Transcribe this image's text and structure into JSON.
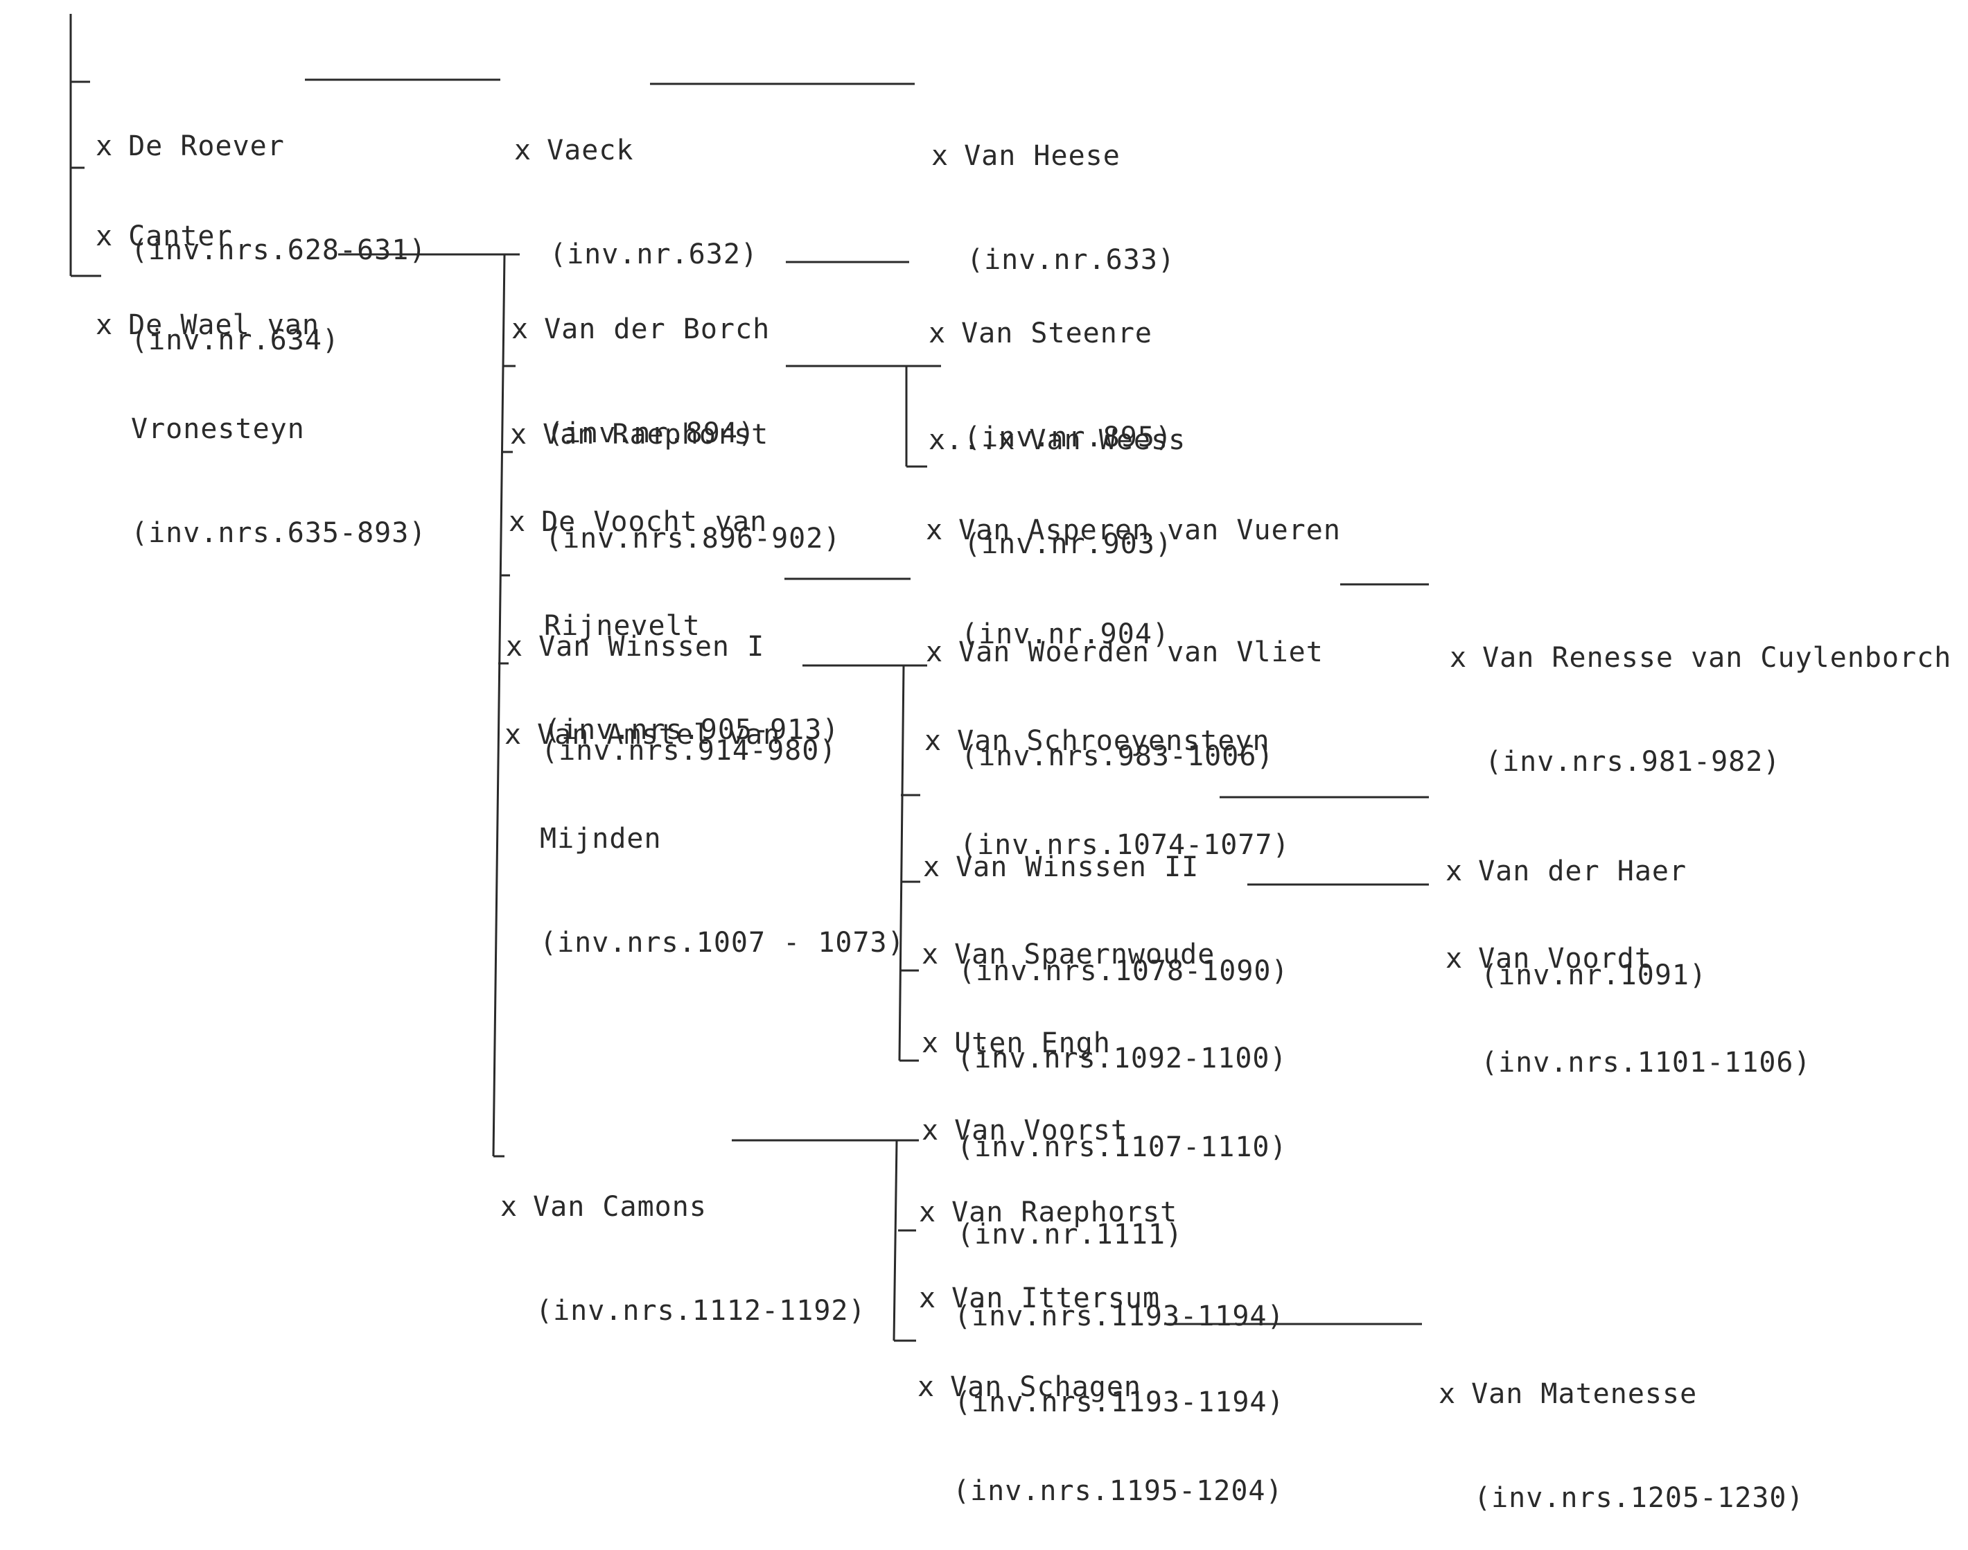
{
  "marker": "x",
  "nodes": {
    "de_roever": {
      "name": "De Roever",
      "inv": "(inv.nrs.628-631)"
    },
    "vaeck": {
      "name": "Vaeck",
      "inv": "(inv.nr.632)"
    },
    "van_heese": {
      "name": "Van Heese",
      "inv": "(inv.nr.633)"
    },
    "canter": {
      "name": "Canter",
      "inv": "(inv.nr.634)"
    },
    "de_wael": {
      "name": "De Wael van",
      "name2": "Vronesteyn",
      "inv": "(inv.nrs.635-893)"
    },
    "van_der_borch": {
      "name": "Van der Borch",
      "inv": "(inv.nr.894)"
    },
    "van_steenre": {
      "name": "Van Steenre",
      "inv": "(inv.nr.895)"
    },
    "van_raephorst_1": {
      "name": "Van Raephorst",
      "inv": "(inv.nrs.896-902)"
    },
    "van_weess": {
      "prefix": "...x",
      "name": "Van Weess",
      "inv": "(inv.nr.903)"
    },
    "van_asperen": {
      "name": "Van Asperen van Vueren",
      "inv": "(inv.nr.904)"
    },
    "de_voocht": {
      "name": "De Voocht van",
      "name2": "Rijnevelt",
      "inv": "(inv.nrs.905-913)"
    },
    "van_winssen_1": {
      "name": "Van Winssen I",
      "inv": "(inv.nrs.914-980)"
    },
    "van_woerden": {
      "name": "Van Woerden van Vliet",
      "inv": "(inv.nrs.983-1006)"
    },
    "van_renesse": {
      "name": "Van Renesse van Cuylenborch",
      "inv": "(inv.nrs.981-982)"
    },
    "van_amstel": {
      "name": "Van Amstel van",
      "name2": "Mijnden",
      "inv": "(inv.nrs.1007 - 1073)"
    },
    "van_schroeyensteyn": {
      "name": "Van Schroeyensteyn",
      "inv": "(inv.nrs.1074-1077)"
    },
    "van_winssen_2": {
      "name": "Van Winssen II",
      "inv": "(inv.nrs.1078-1090)"
    },
    "van_der_haer": {
      "name": "Van der Haer",
      "inv": "(inv.nr.1091)"
    },
    "van_spaernwoude": {
      "name": "Van Spaernwoude",
      "inv": "(inv.nrs.1092-1100)"
    },
    "van_voordt": {
      "name": "Van Voordt",
      "inv": "(inv.nrs.1101-1106)"
    },
    "uten_engh": {
      "name": "Uten Engh",
      "inv": "(inv.nrs.1107-1110)"
    },
    "van_voorst": {
      "name": "Van Voorst",
      "inv": "(inv.nr.1111)"
    },
    "van_camons": {
      "name": "Van Camons",
      "inv": "(inv.nrs.1112-1192)"
    },
    "van_raephorst_2": {
      "name": "Van Raephorst",
      "inv": "(inv.nrs.1193-1194)"
    },
    "van_ittersum": {
      "name": "Van Ittersum",
      "inv": "(inv.nrs.1193-1194)"
    },
    "van_schagen": {
      "name": "Van Schagen",
      "inv": "(inv.nrs.1195-1204)"
    },
    "van_matenesse": {
      "name": "Van Matenesse",
      "inv": "(inv.nrs.1205-1230)"
    }
  }
}
